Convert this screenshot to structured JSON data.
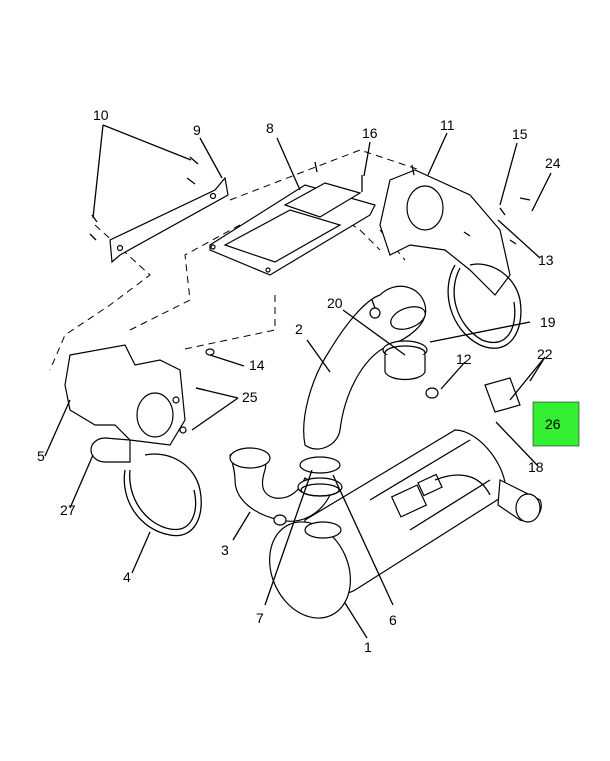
{
  "callouts": {
    "c1": "1",
    "c2": "2",
    "c3": "3",
    "c4": "4",
    "c5": "5",
    "c6": "6",
    "c7": "7",
    "c8": "8",
    "c9": "9",
    "c10": "10",
    "c11": "11",
    "c12": "12",
    "c13": "13",
    "c14": "14",
    "c15": "15",
    "c16": "16",
    "c18": "18",
    "c19": "19",
    "c20": "20",
    "c22": "22",
    "c24": "24",
    "c25": "25",
    "c27": "27"
  },
  "highlight": {
    "label": "26",
    "color": "#33ee33"
  }
}
